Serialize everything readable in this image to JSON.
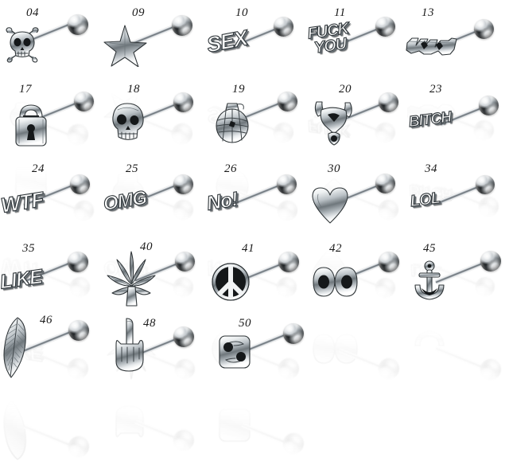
{
  "page": {
    "title": "Barbell Tongue Ring Design Chart",
    "background_color": "#ffffff",
    "metal_color": "#c9ced2",
    "label_color": "#1b1b1b",
    "columns": 5,
    "rows": 5,
    "item_count": 23
  },
  "items": [
    {
      "number": "04",
      "design": "skull-and-crossbones",
      "icon": "skull-crossbones-icon",
      "row": 1,
      "col": 1
    },
    {
      "number": "09",
      "design": "star",
      "icon": "star-icon",
      "row": 1,
      "col": 2
    },
    {
      "number": "10",
      "design": "SEX",
      "icon": "word-icon",
      "row": 1,
      "col": 3,
      "word": "SEX"
    },
    {
      "number": "11",
      "design": "FUCK YOU",
      "icon": "word-icon",
      "row": 1,
      "col": 4,
      "word": "FUCK|YOU"
    },
    {
      "number": "13",
      "design": "xxx-barbed",
      "icon": "xxx-icon",
      "row": 1,
      "col": 5
    },
    {
      "number": "17",
      "design": "padlock",
      "icon": "padlock-icon",
      "row": 2,
      "col": 1
    },
    {
      "number": "18",
      "design": "skull",
      "icon": "skull-icon",
      "row": 2,
      "col": 2
    },
    {
      "number": "19",
      "design": "grenade",
      "icon": "grenade-icon",
      "row": 2,
      "col": 3
    },
    {
      "number": "20",
      "design": "bull-horns-heart",
      "icon": "bull-icon",
      "row": 2,
      "col": 4
    },
    {
      "number": "23",
      "design": "BITCH",
      "icon": "word-icon",
      "row": 2,
      "col": 5,
      "word": "BITCH"
    },
    {
      "number": "24",
      "design": "WTF",
      "icon": "word-icon",
      "row": 3,
      "col": 1,
      "word": "WTF"
    },
    {
      "number": "25",
      "design": "OMG",
      "icon": "word-icon",
      "row": 3,
      "col": 2,
      "word": "OMG"
    },
    {
      "number": "26",
      "design": "No!",
      "icon": "word-icon",
      "row": 3,
      "col": 3,
      "word": "No!"
    },
    {
      "number": "30",
      "design": "heart",
      "icon": "heart-icon",
      "row": 3,
      "col": 4
    },
    {
      "number": "34",
      "design": "LOL",
      "icon": "word-icon",
      "row": 3,
      "col": 5,
      "word": "LOL"
    },
    {
      "number": "35",
      "design": "LIKE",
      "icon": "word-icon",
      "row": 4,
      "col": 1,
      "word": "LIKE"
    },
    {
      "number": "40",
      "design": "cannabis-leaf",
      "icon": "cannabis-leaf-icon",
      "row": 4,
      "col": 2
    },
    {
      "number": "41",
      "design": "peace-sign",
      "icon": "peace-sign-icon",
      "row": 4,
      "col": 3
    },
    {
      "number": "42",
      "design": "infinity",
      "icon": "infinity-icon",
      "row": 4,
      "col": 4
    },
    {
      "number": "45",
      "design": "anchor",
      "icon": "anchor-icon",
      "row": 4,
      "col": 5
    },
    {
      "number": "46",
      "design": "feather",
      "icon": "feather-icon",
      "row": 5,
      "col": 1
    },
    {
      "number": "48",
      "design": "middle-finger",
      "icon": "middle-finger-icon",
      "row": 5,
      "col": 2
    },
    {
      "number": "50",
      "design": "cancer-zodiac",
      "icon": "cancer-zodiac-icon",
      "row": 5,
      "col": 3
    }
  ]
}
